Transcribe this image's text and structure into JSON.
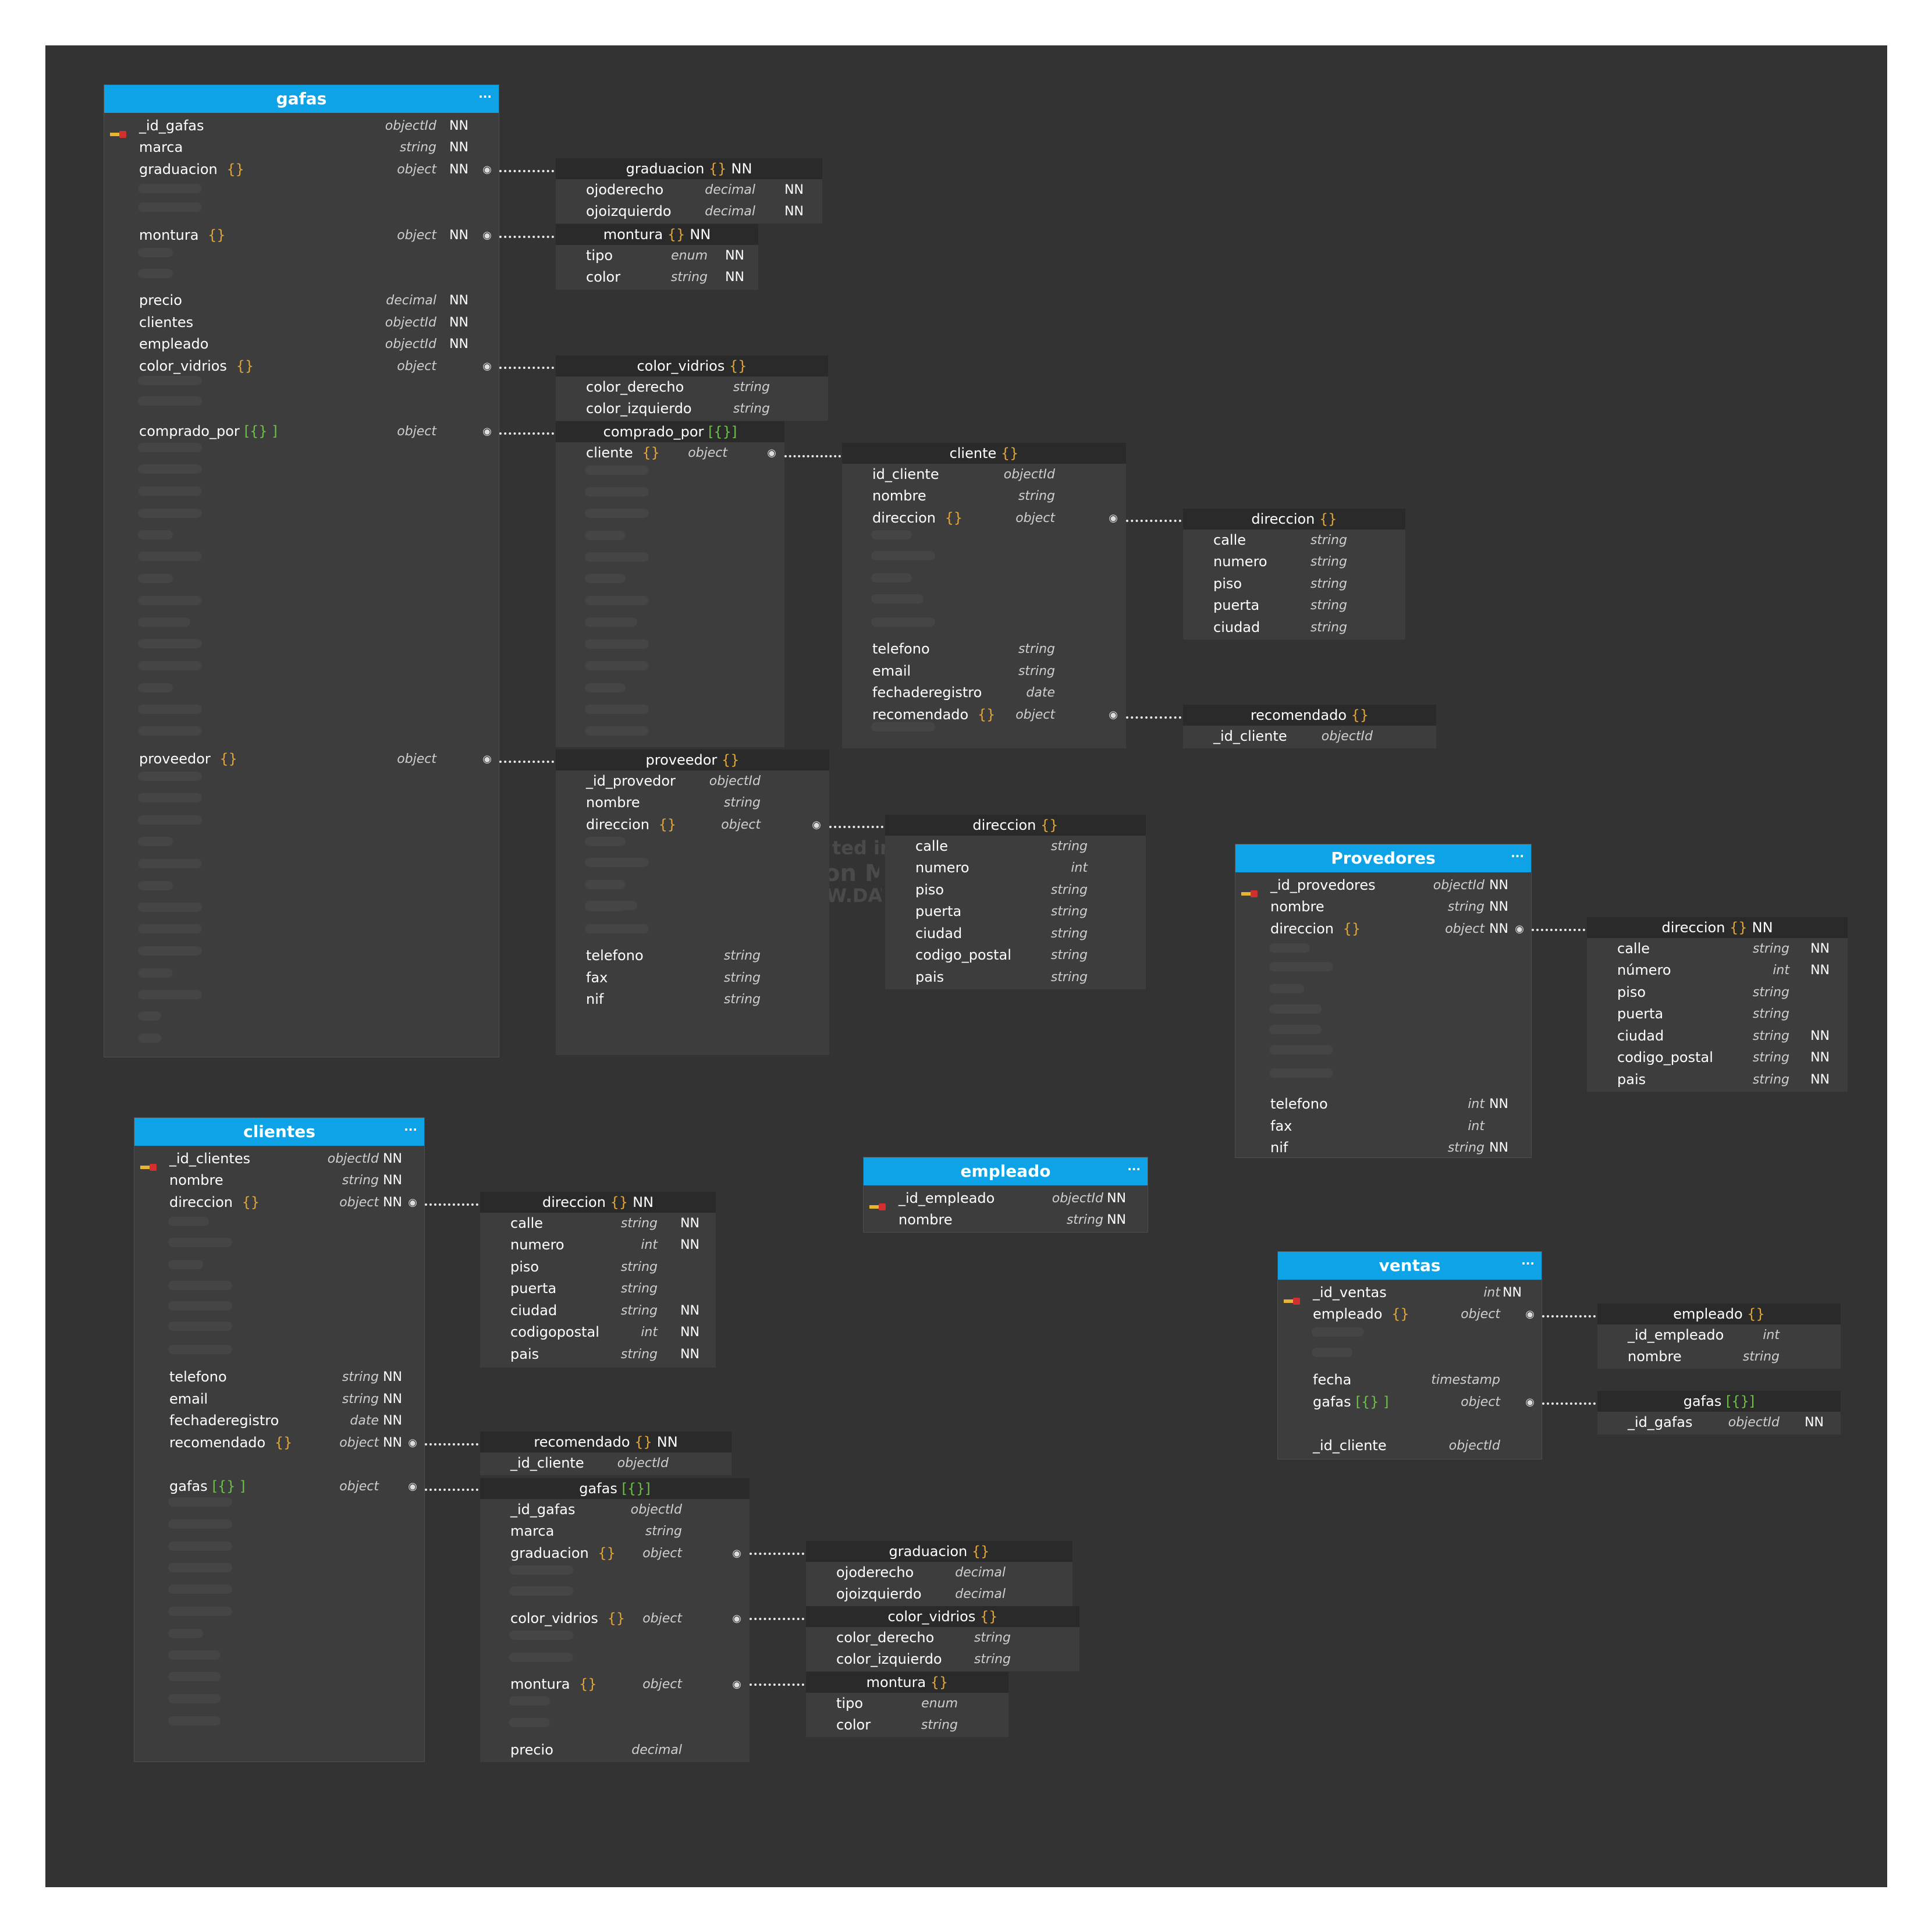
{
  "colors": {
    "header": "#0ea3e6",
    "canvas": "#333333",
    "type_brace": "#e0a63a",
    "array_bracket": "#6cc04a"
  },
  "watermark": [
    "ted in",
    "on M",
    "W.DAT"
  ],
  "tables": {
    "gafas": {
      "title": "gafas",
      "menu": "···",
      "fields": [
        {
          "name": "_id_gafas",
          "type": "objectId",
          "nn": "NN"
        },
        {
          "name": "marca",
          "type": "string",
          "nn": "NN"
        },
        {
          "name": "graduacion",
          "type": "object",
          "nn": "NN"
        },
        {
          "name": "montura",
          "type": "object",
          "nn": "NN"
        },
        {
          "name": "precio",
          "type": "decimal",
          "nn": "NN"
        },
        {
          "name": "clientes",
          "type": "objectId",
          "nn": "NN"
        },
        {
          "name": "empleado",
          "type": "objectId",
          "nn": "NN"
        },
        {
          "name": "color_vidrios",
          "type": "object",
          "nn": ""
        },
        {
          "name": "comprado_por",
          "type": "object",
          "nn": ""
        },
        {
          "name": "proveedor",
          "type": "object",
          "nn": ""
        }
      ]
    },
    "provedores": {
      "title": "Provedores",
      "menu": "···",
      "fields": [
        {
          "name": "_id_provedores",
          "type": "objectId",
          "nn": "NN"
        },
        {
          "name": "nombre",
          "type": "string",
          "nn": "NN"
        },
        {
          "name": "direccion",
          "type": "object",
          "nn": "NN"
        },
        {
          "name": "telefono",
          "type": "int",
          "nn": "NN"
        },
        {
          "name": "fax",
          "type": "int",
          "nn": ""
        },
        {
          "name": "nif",
          "type": "string",
          "nn": "NN"
        }
      ]
    },
    "clientes": {
      "title": "clientes",
      "menu": "···",
      "fields": [
        {
          "name": "_id_clientes",
          "type": "objectId",
          "nn": "NN"
        },
        {
          "name": "nombre",
          "type": "string",
          "nn": "NN"
        },
        {
          "name": "direccion",
          "type": "object",
          "nn": "NN"
        },
        {
          "name": "telefono",
          "type": "string",
          "nn": "NN"
        },
        {
          "name": "email",
          "type": "string",
          "nn": "NN"
        },
        {
          "name": "fechaderegistro",
          "type": "date",
          "nn": "NN"
        },
        {
          "name": "recomendado",
          "type": "object",
          "nn": "NN"
        },
        {
          "name": "gafas",
          "type": "object",
          "nn": ""
        }
      ]
    },
    "empleado": {
      "title": "empleado",
      "menu": "···",
      "fields": [
        {
          "name": "_id_empleado",
          "type": "objectId",
          "nn": "NN"
        },
        {
          "name": "nombre",
          "type": "string",
          "nn": "NN"
        }
      ]
    },
    "ventas": {
      "title": "ventas",
      "menu": "···",
      "fields": [
        {
          "name": "_id_ventas",
          "type": "int",
          "nn": "NN"
        },
        {
          "name": "empleado",
          "type": "object",
          "nn": ""
        },
        {
          "name": "fecha",
          "type": "timestamp",
          "nn": ""
        },
        {
          "name": "gafas",
          "type": "object",
          "nn": ""
        },
        {
          "name": "_id_cliente",
          "type": "objectId",
          "nn": ""
        }
      ]
    }
  },
  "subdocs": {
    "g_graduacion": {
      "title": "graduacion",
      "nn": "NN",
      "fields": [
        {
          "name": "ojoderecho",
          "type": "decimal",
          "nn": "NN"
        },
        {
          "name": "ojoizquierdo",
          "type": "decimal",
          "nn": "NN"
        }
      ]
    },
    "g_montura": {
      "title": "montura",
      "nn": "NN",
      "fields": [
        {
          "name": "tipo",
          "type": "enum",
          "nn": "NN"
        },
        {
          "name": "color",
          "type": "string",
          "nn": "NN"
        }
      ]
    },
    "g_color_vidrios": {
      "title": "color_vidrios",
      "nn": "",
      "fields": [
        {
          "name": "color_derecho",
          "type": "string",
          "nn": ""
        },
        {
          "name": "color_izquierdo",
          "type": "string",
          "nn": ""
        }
      ]
    },
    "g_comprado_por": {
      "title": "comprado_por",
      "nn": "",
      "fields": [
        {
          "name": "cliente",
          "type": "object",
          "nn": ""
        }
      ]
    },
    "g_cliente": {
      "title": "cliente",
      "nn": "",
      "fields": [
        {
          "name": "id_cliente",
          "type": "objectId",
          "nn": ""
        },
        {
          "name": "nombre",
          "type": "string",
          "nn": ""
        },
        {
          "name": "direccion",
          "type": "object",
          "nn": ""
        },
        {
          "name": "telefono",
          "type": "string",
          "nn": ""
        },
        {
          "name": "email",
          "type": "string",
          "nn": ""
        },
        {
          "name": "fechaderegistro",
          "type": "date",
          "nn": ""
        },
        {
          "name": "recomendado",
          "type": "object",
          "nn": ""
        }
      ]
    },
    "g_cliente_direccion": {
      "title": "direccion",
      "nn": "",
      "fields": [
        {
          "name": "calle",
          "type": "string",
          "nn": ""
        },
        {
          "name": "numero",
          "type": "string",
          "nn": ""
        },
        {
          "name": "piso",
          "type": "string",
          "nn": ""
        },
        {
          "name": "puerta",
          "type": "string",
          "nn": ""
        },
        {
          "name": "ciudad",
          "type": "string",
          "nn": ""
        }
      ]
    },
    "g_cliente_recomendado": {
      "title": "recomendado",
      "nn": "",
      "fields": [
        {
          "name": "_id_cliente",
          "type": "objectId",
          "nn": ""
        }
      ]
    },
    "g_proveedor": {
      "title": "proveedor",
      "nn": "",
      "fields": [
        {
          "name": "_id_provedor",
          "type": "objectId",
          "nn": ""
        },
        {
          "name": "nombre",
          "type": "string",
          "nn": ""
        },
        {
          "name": "direccion",
          "type": "object",
          "nn": ""
        },
        {
          "name": "telefono",
          "type": "string",
          "nn": ""
        },
        {
          "name": "fax",
          "type": "string",
          "nn": ""
        },
        {
          "name": "nif",
          "type": "string",
          "nn": ""
        }
      ]
    },
    "g_proveedor_direccion": {
      "title": "direccion",
      "nn": "",
      "fields": [
        {
          "name": "calle",
          "type": "string",
          "nn": ""
        },
        {
          "name": "numero",
          "type": "int",
          "nn": ""
        },
        {
          "name": "piso",
          "type": "string",
          "nn": ""
        },
        {
          "name": "puerta",
          "type": "string",
          "nn": ""
        },
        {
          "name": "ciudad",
          "type": "string",
          "nn": ""
        },
        {
          "name": "codigo_postal",
          "type": "string",
          "nn": ""
        },
        {
          "name": "pais",
          "type": "string",
          "nn": ""
        }
      ]
    },
    "p_direccion": {
      "title": "direccion",
      "nn": "NN",
      "fields": [
        {
          "name": "calle",
          "type": "string",
          "nn": "NN"
        },
        {
          "name": "número",
          "type": "int",
          "nn": "NN"
        },
        {
          "name": "piso",
          "type": "string",
          "nn": ""
        },
        {
          "name": "puerta",
          "type": "string",
          "nn": ""
        },
        {
          "name": "ciudad",
          "type": "string",
          "nn": "NN"
        },
        {
          "name": "codigo_postal",
          "type": "string",
          "nn": "NN"
        },
        {
          "name": "pais",
          "type": "string",
          "nn": "NN"
        }
      ]
    },
    "c_direccion": {
      "title": "direccion",
      "nn": "NN",
      "fields": [
        {
          "name": "calle",
          "type": "string",
          "nn": "NN"
        },
        {
          "name": "numero",
          "type": "int",
          "nn": "NN"
        },
        {
          "name": "piso",
          "type": "string",
          "nn": ""
        },
        {
          "name": "puerta",
          "type": "string",
          "nn": ""
        },
        {
          "name": "ciudad",
          "type": "string",
          "nn": "NN"
        },
        {
          "name": "codigopostal",
          "type": "int",
          "nn": "NN"
        },
        {
          "name": "pais",
          "type": "string",
          "nn": "NN"
        }
      ]
    },
    "c_recomendado": {
      "title": "recomendado",
      "nn": "NN",
      "fields": [
        {
          "name": "_id_cliente",
          "type": "objectId",
          "nn": ""
        }
      ]
    },
    "c_gafas": {
      "title": "gafas",
      "nn": "",
      "fields": [
        {
          "name": "_id_gafas",
          "type": "objectId",
          "nn": ""
        },
        {
          "name": "marca",
          "type": "string",
          "nn": ""
        },
        {
          "name": "graduacion",
          "type": "object",
          "nn": ""
        },
        {
          "name": "color_vidrios",
          "type": "object",
          "nn": ""
        },
        {
          "name": "montura",
          "type": "object",
          "nn": ""
        },
        {
          "name": "precio",
          "type": "decimal",
          "nn": ""
        }
      ]
    },
    "cg_graduacion": {
      "title": "graduacion",
      "nn": "",
      "fields": [
        {
          "name": "ojoderecho",
          "type": "decimal",
          "nn": ""
        },
        {
          "name": "ojoizquierdo",
          "type": "decimal",
          "nn": ""
        }
      ]
    },
    "cg_color_vidrios": {
      "title": "color_vidrios",
      "nn": "",
      "fields": [
        {
          "name": "color_derecho",
          "type": "string",
          "nn": ""
        },
        {
          "name": "color_izquierdo",
          "type": "string",
          "nn": ""
        }
      ]
    },
    "cg_montura": {
      "title": "montura",
      "nn": "",
      "fields": [
        {
          "name": "tipo",
          "type": "enum",
          "nn": ""
        },
        {
          "name": "color",
          "type": "string",
          "nn": ""
        }
      ]
    },
    "v_empleado": {
      "title": "empleado",
      "nn": "",
      "fields": [
        {
          "name": "_id_empleado",
          "type": "int",
          "nn": ""
        },
        {
          "name": "nombre",
          "type": "string",
          "nn": ""
        }
      ]
    },
    "v_gafas": {
      "title": "gafas",
      "nn": "",
      "fields": [
        {
          "name": "_id_gafas",
          "type": "objectId",
          "nn": "NN"
        }
      ]
    }
  }
}
